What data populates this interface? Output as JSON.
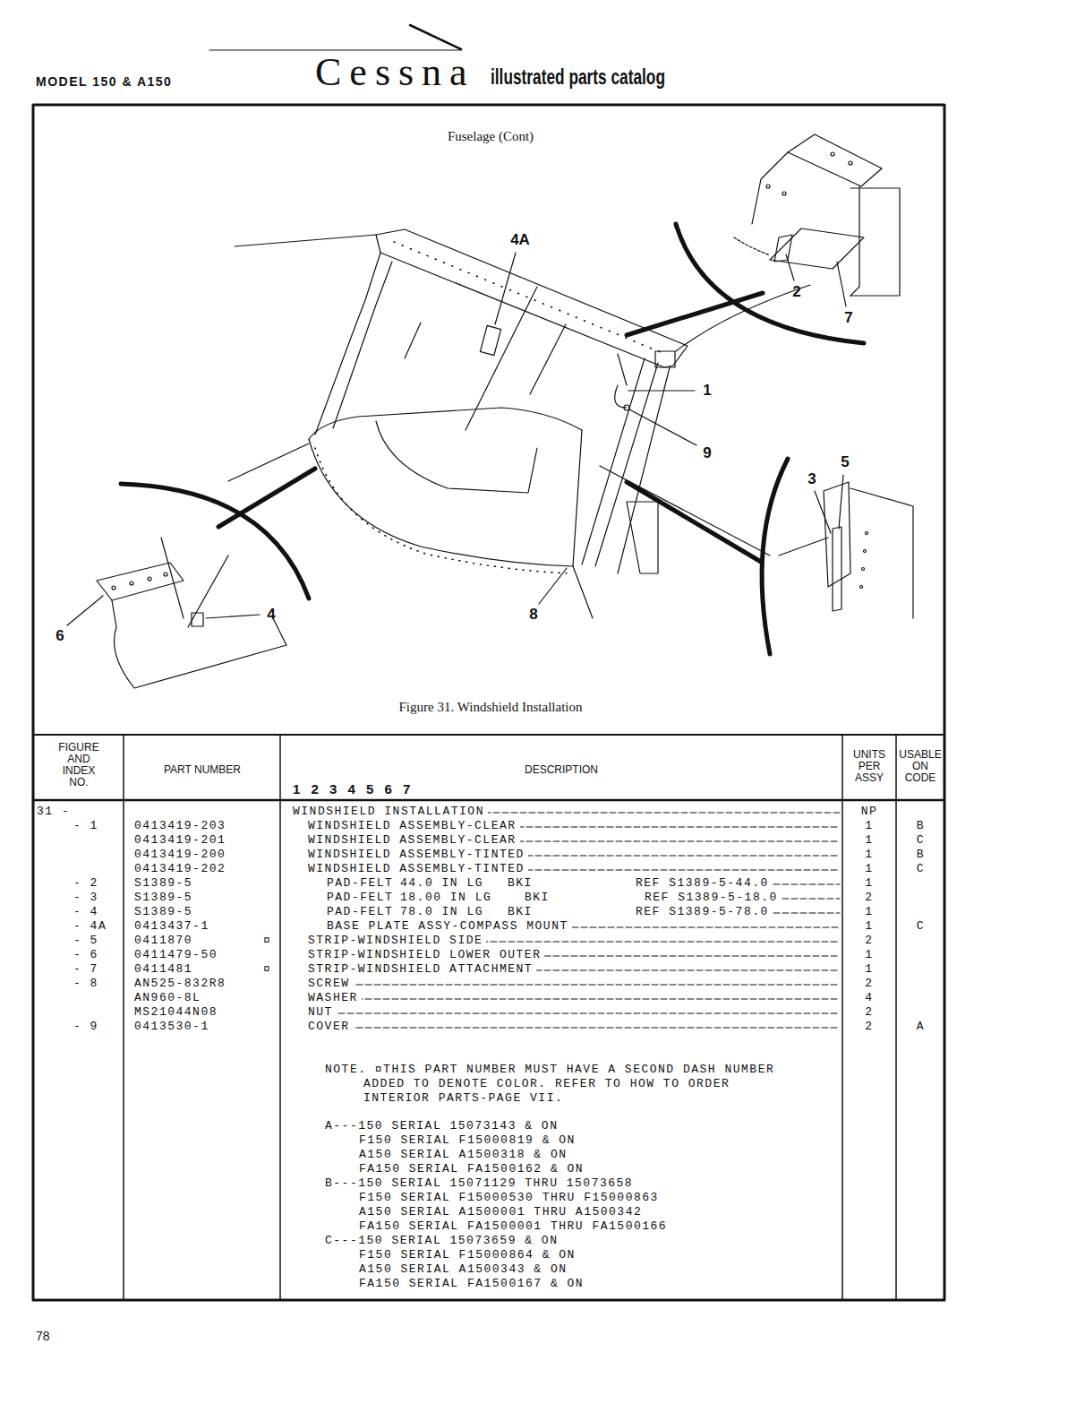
{
  "diagram": {
    "title": "Fuselage (Cont)",
    "caption": "Figure 31. Windshield Installation",
    "labels": [
      "MODEL 150 & A150",
      "Cessna",
      "illustrated parts catalog",
      "4A",
      "1",
      "9",
      "2",
      "7",
      "3",
      "5",
      "4",
      "6",
      "8",
      "FIGURE AND INDEX NO.",
      "PART NUMBER",
      "DESCRIPTION",
      "1 2 3 4 5 6 7",
      "UNITS PER ASSY",
      "USABLE ON CODE",
      "31 -",
      "WINDSHIELD INSTALLATION",
      "NP",
      "- 1",
      "0413419-203",
      "WINDSHIELD ASSEMBLY-CLEAR",
      "1",
      "B",
      "0413419-201",
      "WINDSHIELD ASSEMBLY-CLEAR",
      "1",
      "C",
      "0413419-200",
      "WINDSHIELD ASSEMBLY-TINTED",
      "1",
      "B",
      "0413419-202",
      "WINDSHIELD ASSEMBLY-TINTED",
      "1",
      "C",
      "- 2",
      "S1389-5",
      "PAD-FELT",
      "44.0 IN LG",
      "BKI",
      "REF S1389-5-44.0",
      "1",
      "- 3",
      "S1389-5",
      "PAD-FELT",
      "18.00 IN LG",
      "BKI",
      "REF S1389-5-18.0",
      "2",
      "- 4",
      "S1389-5",
      "PAD-FELT",
      "78.0 IN LG",
      "BKI",
      "REF S1389-5-78.0",
      "1",
      "- 4A",
      "0413437-1",
      "BASE PLATE ASSY-COMPASS MOUNT",
      "1",
      "C",
      "- 5",
      "0411870",
      "¤",
      "STRIP-WINDSHIELD SIDE",
      "2",
      "- 6",
      "0411479-50",
      "STRIP-WINDSHIELD LOWER OUTER",
      "1",
      "- 7",
      "0411481",
      "¤",
      "STRIP-WINDSHIELD ATTACHMENT",
      "1",
      "- 8",
      "AN525-832R8",
      "SCREW",
      "2",
      "AN960-8L",
      "WASHER",
      "4",
      "MS21044N08",
      "NUT",
      "2",
      "- 9",
      "0413530-1",
      "COVER",
      "2",
      "A",
      "NOTE. ¤THIS PART NUMBER MUST HAVE A SECOND DASH NUMBER ADDED TO DENOTE COLOR. REFER TO HOW TO ORDER INTERIOR PARTS-PAGE VII.",
      "A---150 SERIAL 15073143 & ON",
      "F150 SERIAL F15000819 & ON",
      "A150 SERIAL A1500318 & ON",
      "FA150 SERIAL FA1500162 & ON",
      "B---150 SERIAL 15071129 THRU 15073658",
      "F150 SERIAL F15000530 THRU F15000863",
      "A150 SERIAL A1500001 THRU A1500342",
      "FA150 SERIAL FA1500001 THRU FA1500166",
      "C---150 SERIAL 15073659 & ON",
      "F150 SERIAL F15000864 & ON",
      "A150 SERIAL A1500343 & ON",
      "FA150 SERIAL FA1500167 & ON",
      "78"
    ]
  }
}
